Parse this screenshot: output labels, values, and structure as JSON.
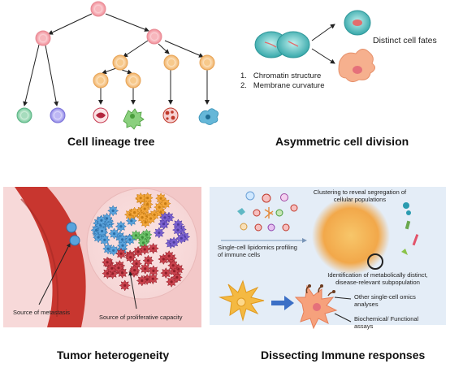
{
  "panels": {
    "lineage": {
      "title": "Cell lineage tree"
    },
    "asymmetric": {
      "title": "Asymmetric cell division",
      "fates_label": "Distinct cell fates",
      "factors": [
        "Chromatin structure",
        "Membrane curvature"
      ]
    },
    "tumor": {
      "title": "Tumor heterogeneity",
      "metastasis_label": "Source of metastasis",
      "proliferative_label": "Source of proliferative capacity"
    },
    "immune": {
      "title": "Dissecting Immune responses",
      "clustering_label": "Clustering to reveal segregation of cellular populations",
      "profiling_label": "Single-cell lipidomics profiling of immune cells",
      "identification_label": "Identification of metabolically distinct, disease-relevant subpopulation",
      "omics_label": "Other single-cell omics analyses",
      "assays_label": "Biochemical/ Functional assays"
    }
  },
  "colors": {
    "lineage_pink": "#f3a0a8",
    "lineage_orange": "#f6c98c",
    "teal_cell": "#3fb6b8",
    "salmon_cell": "#f3a27f",
    "vessel_red": "#c8362f",
    "tumor_bg": "#f3c8c8",
    "immune_bg": "#e4edf7",
    "arrow_blue": "#3b6fc6"
  },
  "icons": [
    "stem-cell-icon",
    "progenitor-cell-icon",
    "dividing-cell-icon",
    "macrophage-icon",
    "dendritic-cell-icon",
    "tumor-mass-icon",
    "cluster-cloud-icon",
    "arrow-icon"
  ]
}
